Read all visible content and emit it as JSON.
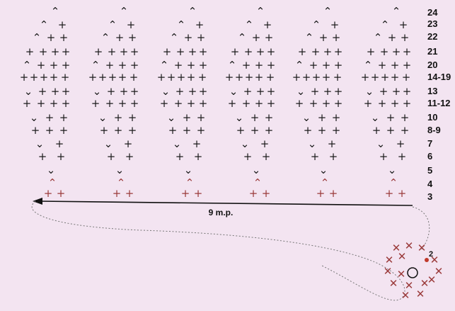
{
  "row_labels": [
    "24",
    "23",
    "22",
    "21",
    "20",
    "14-19",
    "13",
    "11-12",
    "10",
    "8-9",
    "7",
    "6",
    "5",
    "4",
    "3"
  ],
  "distance_label": "9 m.p.",
  "round_marker": "2",
  "motif_count": 6,
  "colors": {
    "background": "#f3e4f1",
    "symbol": "#1c1c1c",
    "lower_symbol": "#9a3a3a",
    "marker": "#c0392b"
  }
}
